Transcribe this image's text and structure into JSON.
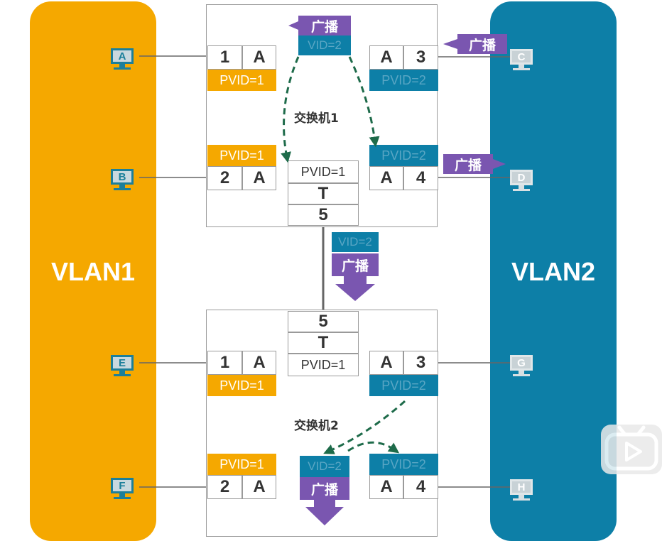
{
  "vlans": [
    {
      "label": "VLAN1",
      "color": "#f5a800"
    },
    {
      "label": "VLAN2",
      "color": "#0d7fa7"
    }
  ],
  "hosts": [
    {
      "id": "A",
      "vlan": 1
    },
    {
      "id": "B",
      "vlan": 1
    },
    {
      "id": "E",
      "vlan": 1
    },
    {
      "id": "F",
      "vlan": 1
    },
    {
      "id": "C",
      "vlan": 2
    },
    {
      "id": "D",
      "vlan": 2
    },
    {
      "id": "G",
      "vlan": 2
    },
    {
      "id": "H",
      "vlan": 2
    }
  ],
  "switch1": {
    "label": "交换机1",
    "port1": {
      "num": "1",
      "mode": "A",
      "pvid": "PVID=1"
    },
    "port2": {
      "num": "2",
      "mode": "A",
      "pvid": "PVID=1"
    },
    "port3": {
      "num": "3",
      "mode": "A",
      "pvid": "PVID=2"
    },
    "port4": {
      "num": "4",
      "mode": "A",
      "pvid": "PVID=2"
    },
    "port5": {
      "num": "5",
      "mode": "T",
      "pvid": "PVID=1"
    }
  },
  "switch2": {
    "label": "交换机2",
    "port1": {
      "num": "1",
      "mode": "A",
      "pvid": "PVID=1"
    },
    "port2": {
      "num": "2",
      "mode": "A",
      "pvid": "PVID=1"
    },
    "port3": {
      "num": "3",
      "mode": "A",
      "pvid": "PVID=2"
    },
    "port4": {
      "num": "4",
      "mode": "A",
      "pvid": "PVID=2"
    },
    "port5": {
      "num": "5",
      "mode": "T",
      "pvid": "PVID=1"
    }
  },
  "frames": {
    "broadcast": "广播",
    "vid": "VID=2"
  },
  "colors": {
    "vlan1": "#f5a800",
    "vlan2": "#0d7fa7",
    "broadcast": "#7a56b0",
    "path": "#1e6b4a"
  }
}
